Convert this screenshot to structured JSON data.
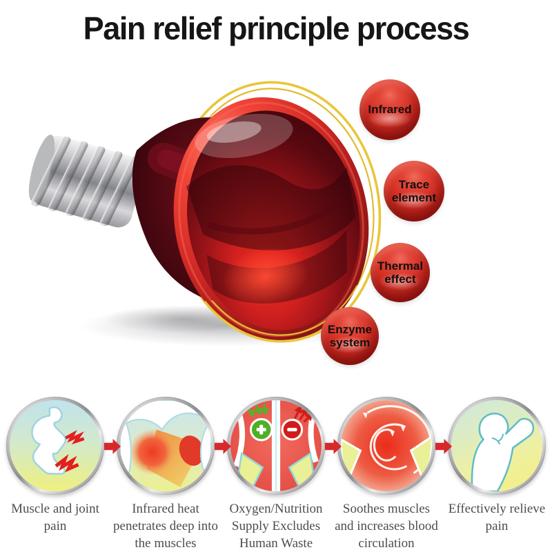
{
  "title": "Pain relief principle process",
  "features": [
    {
      "label": "Infrared"
    },
    {
      "label": "Trace element"
    },
    {
      "label": "Thermal effect"
    },
    {
      "label": "Enzyme system"
    }
  ],
  "steps": [
    {
      "caption": "Muscle and joint pain",
      "icon": "muscle-joint-pain-icon"
    },
    {
      "caption": "Infrared heat penetrates deep into the muscles",
      "icon": "heat-penetration-icon"
    },
    {
      "caption": "Oxygen/Nutrition Supply Excludes Human Waste",
      "icon": "oxygen-nutrition-icon"
    },
    {
      "caption": "Soothes muscles and increases blood circulation",
      "icon": "blood-circulation-icon"
    },
    {
      "caption": "Effectively relieve pain",
      "icon": "pain-relief-icon"
    }
  ],
  "colors": {
    "feature_ball_red": "#d63025",
    "flow_arrow_red": "#d7282b",
    "halo_ring_gold": "#e8c63b",
    "caption_text": "#4d4d4d",
    "title_text": "#161616"
  }
}
